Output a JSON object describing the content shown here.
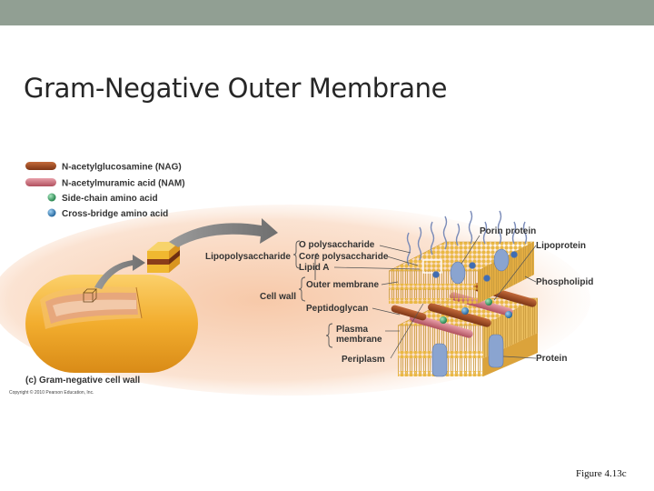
{
  "slide": {
    "title": "Gram-Negative Outer Membrane",
    "caption": "Figure 4.13c"
  },
  "colors": {
    "topbar": "#919f93",
    "nag": "#a0522d",
    "nam": "#d27c87",
    "side_chain": "#2e9e5e",
    "cross_bridge": "#2f84c0",
    "membrane": "#e8b64c",
    "protein": "#8aa4d0"
  },
  "legend": [
    {
      "icon": "nag-bar-icon",
      "label": "N-acetylglucosamine (NAG)"
    },
    {
      "icon": "nam-bar-icon",
      "label": "N-acetylmuramic acid (NAM)"
    },
    {
      "icon": "green-sphere-icon",
      "label": "Side-chain amino acid"
    },
    {
      "icon": "blue-sphere-icon",
      "label": "Cross-bridge amino acid"
    }
  ],
  "labels": {
    "lipopolysaccharide": "Lipopolysaccharide",
    "o_polysaccharide": "O polysaccharide",
    "core_polysaccharide": "Core polysaccharide",
    "lipid_a": "Lipid A",
    "porin_protein": "Porin protein",
    "lipoprotein": "Lipoprotein",
    "phospholipid": "Phospholipid",
    "cell_wall": "Cell wall",
    "outer_membrane": "Outer membrane",
    "peptidoglycan": "Peptidoglycan",
    "plasma_membrane_1": "Plasma",
    "plasma_membrane_2": "membrane",
    "periplasm": "Periplasm",
    "protein": "Protein"
  },
  "panel": {
    "caption": "(c)  Gram-negative cell wall",
    "copyright": "Copyright © 2010 Pearson Education, Inc."
  }
}
